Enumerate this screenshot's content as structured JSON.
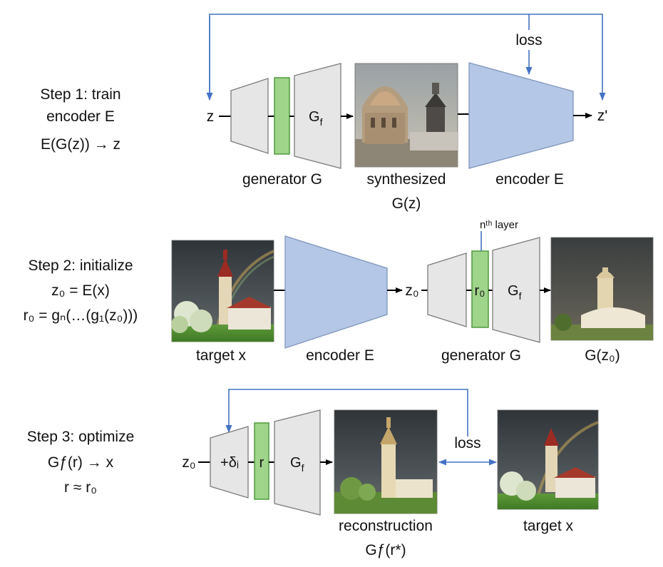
{
  "step1": {
    "caption_lines": [
      "Step 1: train",
      "encoder E",
      "E(G(z)) → z"
    ],
    "input": "z",
    "output": "z'",
    "block_label": "G",
    "block_sub": "f",
    "generator_label": "generator G",
    "image_caption_lines": [
      "synthesized",
      "G(z)"
    ],
    "encoder_label": "encoder E",
    "loss_label": "loss"
  },
  "step2": {
    "caption_line1": "Step 2: initialize",
    "caption_line2": "z₀ = E(x)",
    "caption_line3": "r₀ = gₙ(…(g₁(z₀)))",
    "target_label": "target x",
    "encoder_label": "encoder E",
    "latent": "z₀",
    "layer_note": "nᵗʰ layer",
    "r_label": "r₀",
    "block_label": "G",
    "block_sub": "f",
    "generator_label": "generator G",
    "output_label": "G(z₀)"
  },
  "step3": {
    "caption_lines": [
      "Step 3: optimize",
      "Gƒ(r) → x",
      "r ≈ r₀"
    ],
    "latent": "z₀",
    "delta_label": "+δᵢ",
    "r_label": "r",
    "block_label": "G",
    "block_sub": "f",
    "recon_caption_lines": [
      "reconstruction",
      "Gƒ(r*)"
    ],
    "loss_label": "loss",
    "target_label": "target x"
  },
  "colors": {
    "encoder_blue": "#b4c7e7",
    "layer_green": "#9fd48b",
    "block_gray": "#e6e6e6",
    "feedback_arrow": "#4472c4"
  }
}
